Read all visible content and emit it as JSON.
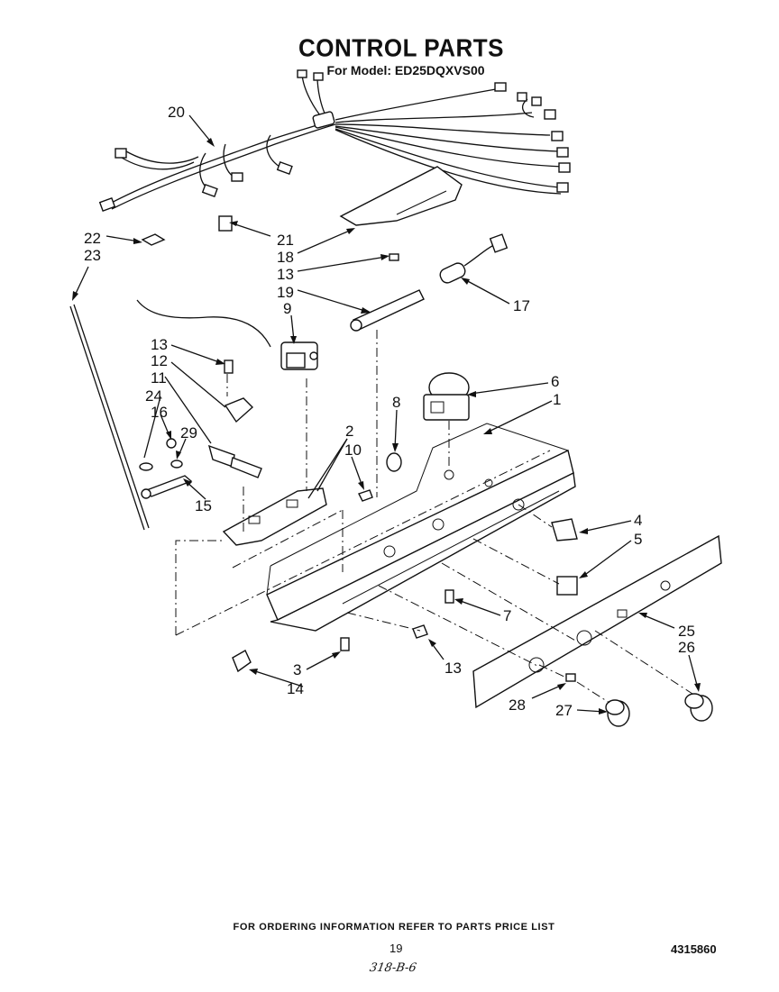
{
  "title": "CONTROL PARTS",
  "model_line": "For Model: ED25DQXVS00",
  "footer_note": "FOR ORDERING INFORMATION REFER TO PARTS PRICE LIST",
  "page_number": "19",
  "document_number": "4315860",
  "handwritten_note": "318-B-6",
  "callouts": {
    "c1": "1",
    "c2": "2",
    "c3": "3",
    "c4": "4",
    "c5": "5",
    "c6": "6",
    "c7": "7",
    "c8": "8",
    "c9": "9",
    "c10": "10",
    "c11": "11",
    "c12": "12",
    "c13a": "13",
    "c13b": "13",
    "c13c": "13",
    "c14": "14",
    "c15": "15",
    "c16": "16",
    "c17": "17",
    "c18": "18",
    "c19": "19",
    "c20": "20",
    "c21": "21",
    "c22": "22",
    "c23": "23",
    "c24": "24",
    "c25": "25",
    "c26": "26",
    "c27": "27",
    "c28": "28",
    "c29": "29"
  }
}
